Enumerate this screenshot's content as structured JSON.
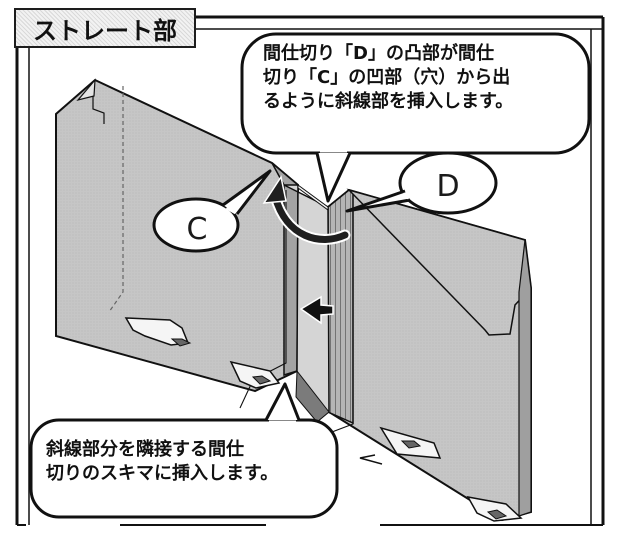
{
  "section_title": "ストレート部",
  "callouts": {
    "top_lines": [
      "間仕切り「D」の凸部が間仕",
      "切り「C」の凹部（穴）から出",
      "るように斜線部を挿入します。"
    ],
    "bottom_lines": [
      "斜線部分を隣接する間仕",
      "切りのスキマに挿入します。"
    ]
  },
  "labels": {
    "c": "C",
    "d": "D"
  },
  "colors": {
    "line": "#1a1a1a",
    "panel": "#bfbfbf",
    "panel_light": "#d3d3d3",
    "panel_dark": "#8a8a8a",
    "hatch": "#7f7f7f",
    "screen": "#d7d7d7",
    "arrow": "#222222",
    "bubble": "#ffffff"
  }
}
